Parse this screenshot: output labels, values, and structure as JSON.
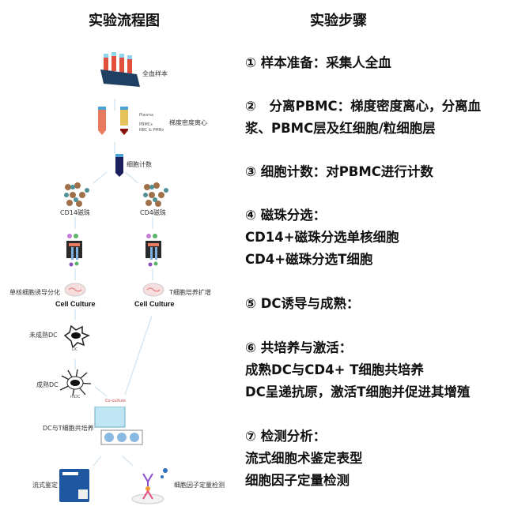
{
  "titles": {
    "left": "实验流程图",
    "right": "实验步骤"
  },
  "diagram": {
    "whole_blood": "全血样本",
    "plasma": "Plasma",
    "pbmcs": "PBMCs",
    "rbc": "RBC & PMNs",
    "centrifuge": "梯度密度离心",
    "count": "细胞计数",
    "cd14": "CD14磁珠",
    "cd4": "CD4磁珠",
    "mono_diff": "单核细胞诱导分化",
    "t_expand": "T细胞培养扩增",
    "cell_culture": "Cell Culture",
    "immature_dc": "未成熟DC",
    "dc_small": "DC",
    "mature_dc": "成熟DC",
    "mdc_small": "mDC",
    "coculture_red": "Co-culture",
    "coculture": "DC与T细胞共培养",
    "flow": "流式鉴定",
    "cytokine": "细胞因子定量检测"
  },
  "steps": [
    "① 样本准备：采集人全血",
    "②　分离PBMC：梯度密度离心，分离血",
    "浆、PBMC层及红细胞/粒细胞层",
    "③ 细胞计数：对PBMC进行计数",
    "④ 磁珠分选：",
    "CD14+磁珠分选单核细胞",
    "CD4+磁珠分选T细胞",
    "⑤ DC诱导与成熟：",
    "⑥ 共培养与激活：",
    "成熟DC与CD4+ T细胞共培养",
    "DC呈递抗原，激活T细胞并促进其增殖",
    "⑦ 检测分析：",
    "流式细胞术鉴定表型",
    "细胞因子定量检测"
  ]
}
